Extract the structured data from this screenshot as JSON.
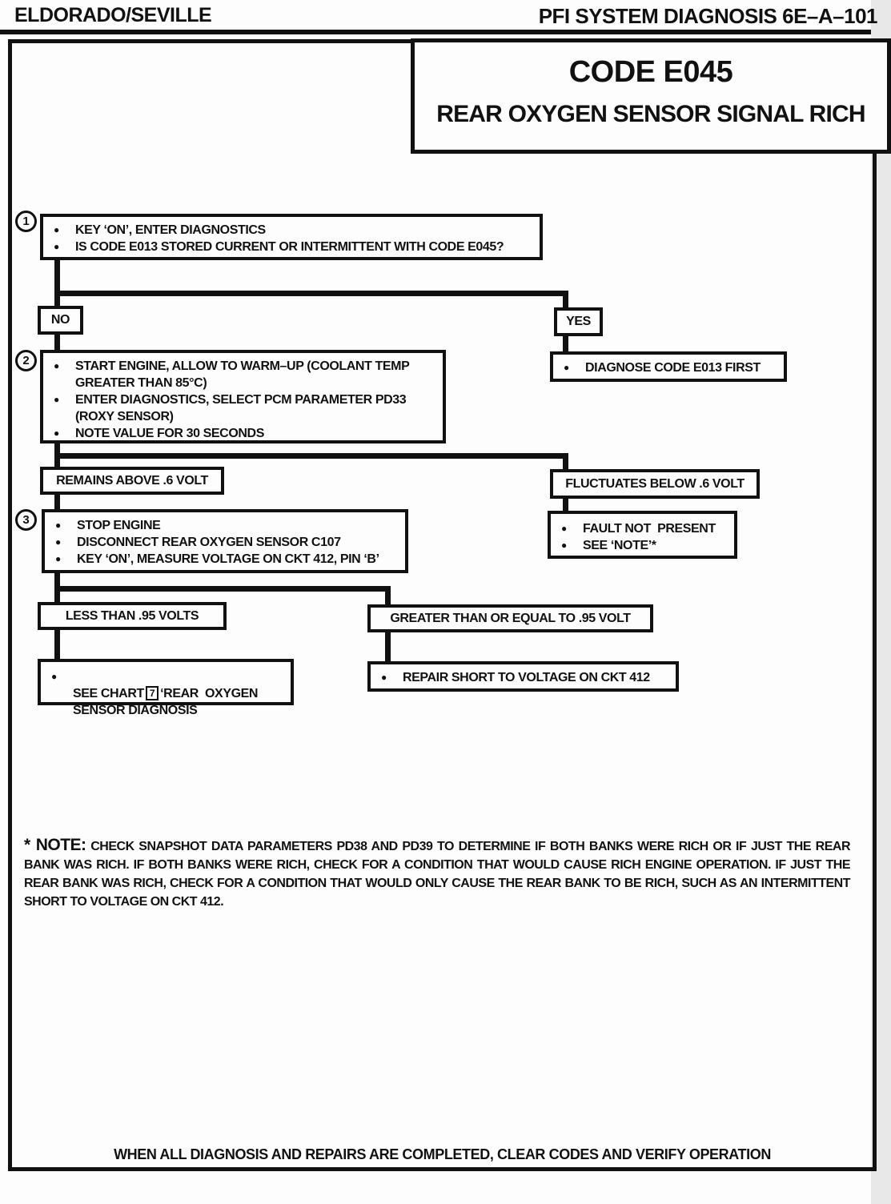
{
  "colors": {
    "ink": "#111111",
    "paper": "#fdfdfd"
  },
  "icons": {
    "bullet": "●"
  },
  "header": {
    "left_title": "ELDORADO/SEVILLE",
    "right_title": "PFI SYSTEM DIAGNOSIS  6E–A–101"
  },
  "title_box": {
    "code": "CODE E045",
    "subtitle": "REAR OXYGEN SENSOR SIGNAL RICH"
  },
  "flowchart": {
    "step1": {
      "number": "1",
      "bullets": [
        "KEY ‘ON’, ENTER DIAGNOSTICS",
        "IS CODE E013 STORED CURRENT OR INTERMITTENT WITH CODE E045?"
      ]
    },
    "no_label": "NO",
    "yes_label": "YES",
    "diagnose_box": {
      "bullets": [
        "DIAGNOSE CODE E013 FIRST"
      ]
    },
    "step2": {
      "number": "2",
      "bullets": [
        "START ENGINE, ALLOW TO WARM–UP (COOLANT TEMP\nGREATER THAN 85°C)",
        "ENTER DIAGNOSTICS, SELECT PCM PARAMETER PD33\n(ROXY SENSOR)",
        "NOTE VALUE FOR 30 SECONDS"
      ]
    },
    "remains_label": "REMAINS ABOVE .6 VOLT",
    "fluctuates_label": "FLUCTUATES BELOW .6 VOLT",
    "fault_box": {
      "bullets": [
        "FAULT NOT  PRESENT",
        "SEE ‘NOTE’*"
      ]
    },
    "step3": {
      "number": "3",
      "bullets": [
        "STOP ENGINE",
        "DISCONNECT REAR OXYGEN SENSOR C107",
        "KEY ‘ON’, MEASURE VOLTAGE ON CKT 412, PIN ‘B’"
      ]
    },
    "less_label": "LESS THAN .95 VOLTS",
    "greater_label": "GREATER THAN OR EQUAL TO .95 VOLT",
    "see_chart_box": {
      "prefix": "SEE CHART",
      "chart_ref": "7",
      "suffix": "‘REAR  OXYGEN\nSENSOR DIAGNOSIS"
    },
    "repair_box": {
      "bullets": [
        "REPAIR SHORT TO VOLTAGE ON CKT 412"
      ]
    }
  },
  "note": {
    "label": "* NOTE:",
    "body": "CHECK SNAPSHOT DATA PARAMETERS PD38 AND PD39 TO DETERMINE IF BOTH BANKS WERE RICH OR IF JUST THE REAR BANK WAS RICH. IF BOTH BANKS WERE RICH, CHECK FOR A CONDITION THAT WOULD CAUSE RICH ENGINE OPERATION. IF JUST THE REAR BANK WAS RICH, CHECK FOR A CONDITION THAT WOULD ONLY CAUSE THE REAR BANK TO BE RICH, SUCH AS AN INTERMITTENT SHORT TO VOLTAGE ON CKT 412."
  },
  "footer": "WHEN ALL DIAGNOSIS AND REPAIRS ARE COMPLETED, CLEAR CODES AND VERIFY OPERATION"
}
